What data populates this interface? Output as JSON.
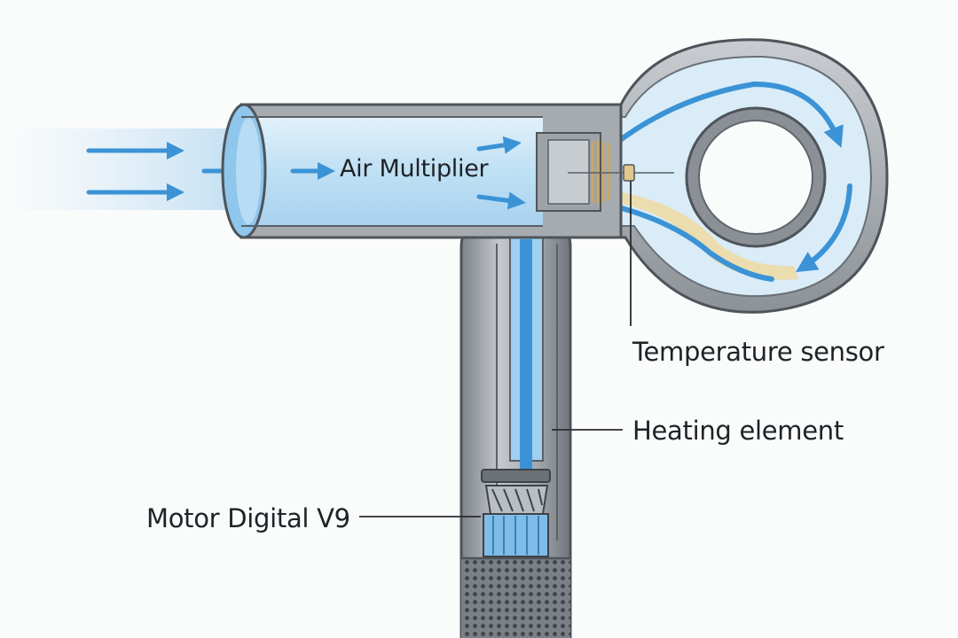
{
  "diagram": {
    "labels": {
      "air_multiplier": "Air Multiplier",
      "temperature_sensor": "Temperature sensor",
      "heating_element": "Heating element",
      "motor": "Motor Digital V9"
    },
    "colors": {
      "background": "#fafbfb",
      "housing": "#9aa0a6",
      "housing_dark": "#5f656b",
      "airflow": "#3b93d6",
      "air_fill": "#cfe6f6",
      "heat": "#e8d9a8",
      "leader_line": "#2a2d31"
    }
  }
}
